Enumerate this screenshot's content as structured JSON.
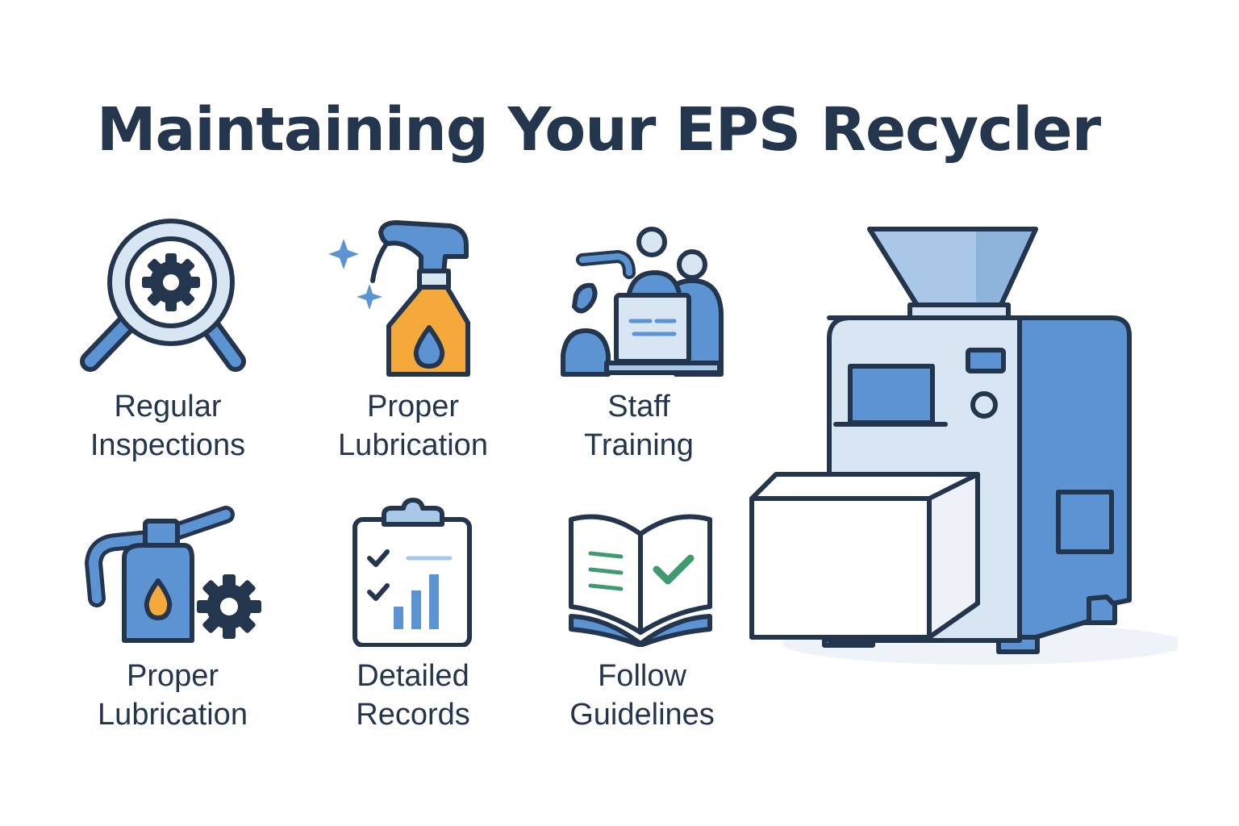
{
  "title": "Maintaining Your EPS Recycler",
  "colors": {
    "outline": "#24364d",
    "blue": "#5b93d3",
    "light_blue": "#a9c7e6",
    "pale_blue": "#d8e5f2",
    "orange": "#f5a93b",
    "green": "#3f9b6f"
  },
  "tiles": [
    {
      "icon": "magnifier-gear-icon",
      "line1": "Regular",
      "line2": "Inspections"
    },
    {
      "icon": "spray-bottle-icon",
      "line1": "Proper",
      "line2": "Lubrication"
    },
    {
      "icon": "staff-training-icon",
      "line1": "Staff",
      "line2": "Training"
    },
    {
      "icon": "oil-can-gear-icon",
      "line1": "Proper",
      "line2": "Lubrication"
    },
    {
      "icon": "clipboard-chart-icon",
      "line1": "Detailed",
      "line2": "Records"
    },
    {
      "icon": "open-book-check-icon",
      "line1": "Follow",
      "line2": "Guidelines"
    }
  ],
  "illustration": {
    "icon": "eps-recycler-machine-icon"
  }
}
